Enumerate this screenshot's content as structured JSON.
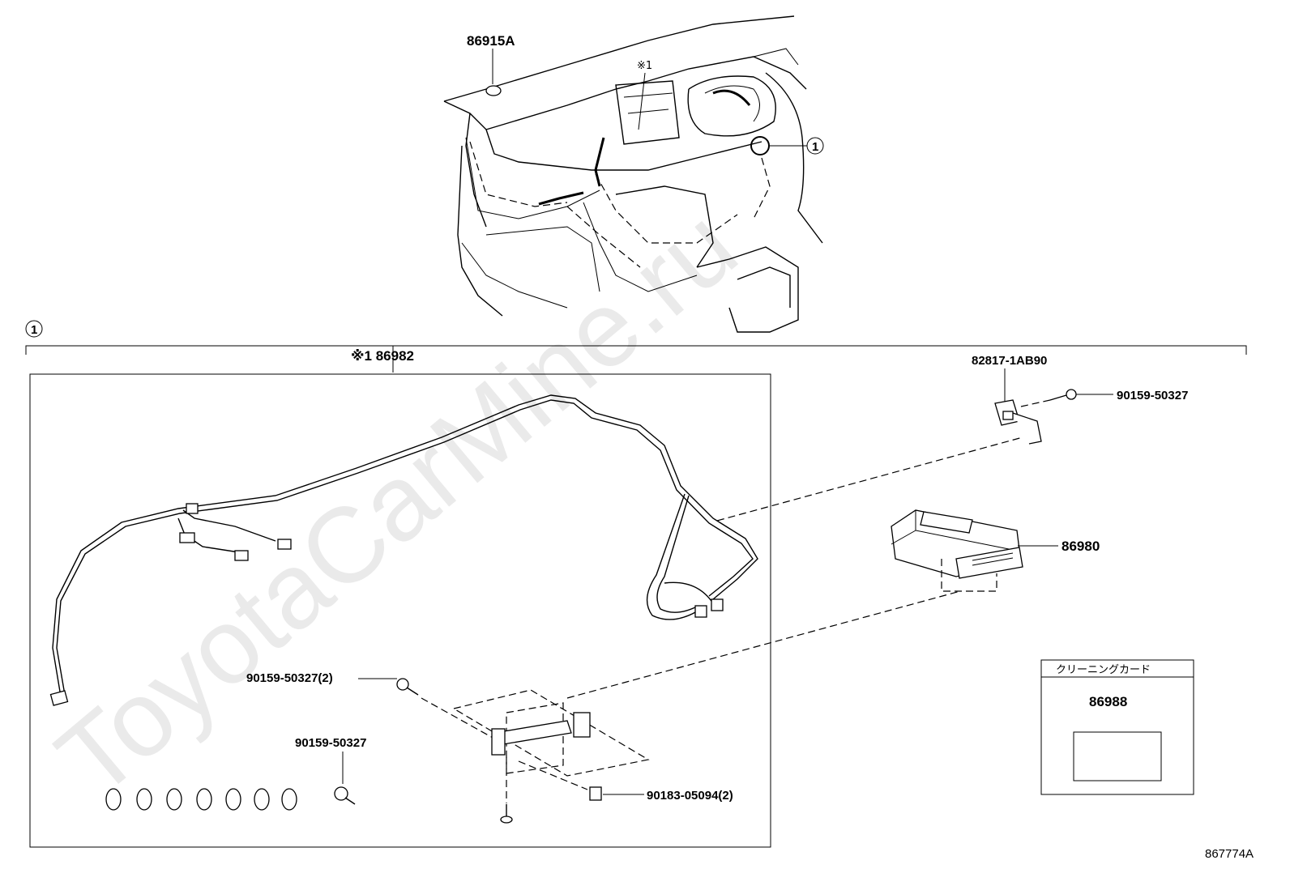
{
  "watermark": "ToyotaCarMine.ru",
  "callout_marker": "1",
  "note_marker": "※1",
  "top_view": {
    "part_86915A": "86915A",
    "note_label": "※1"
  },
  "detail_group": {
    "harness_label": "※1 86982"
  },
  "parts": {
    "bracket_82817": "82817-1AB90",
    "bolt_top_right": "90159-50327",
    "ecu_86980": "86980",
    "bolt_pair": "90159-50327(2)",
    "bolt_single": "90159-50327",
    "nut_pair": "90183-05094(2)"
  },
  "cleaning_card": {
    "title": "クリーニングカード",
    "part": "86988"
  },
  "diagram_id": "867774A"
}
